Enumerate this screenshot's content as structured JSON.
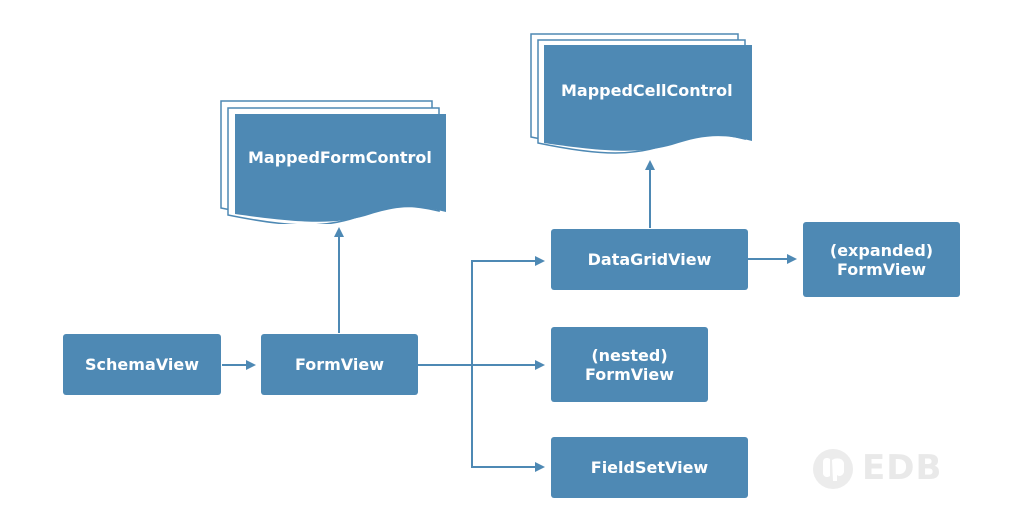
{
  "colors": {
    "node": "#4e89b4",
    "arrow": "#4e89b4",
    "text": "#ffffff",
    "logo": "#e9e9e9"
  },
  "nodes": {
    "schema_view": "SchemaView",
    "form_view": "FormView",
    "mapped_form_control": "MappedFormControl",
    "mapped_cell_control": "MappedCellControl",
    "datagrid_view": "DataGridView",
    "expanded_formview": [
      "(expanded)",
      "FormView"
    ],
    "nested_formview": [
      "(nested)",
      "FormView"
    ],
    "fieldset_view": "FieldSetView"
  },
  "logo": {
    "text": "EDB",
    "icon": "edb-elephant-logo-icon"
  }
}
